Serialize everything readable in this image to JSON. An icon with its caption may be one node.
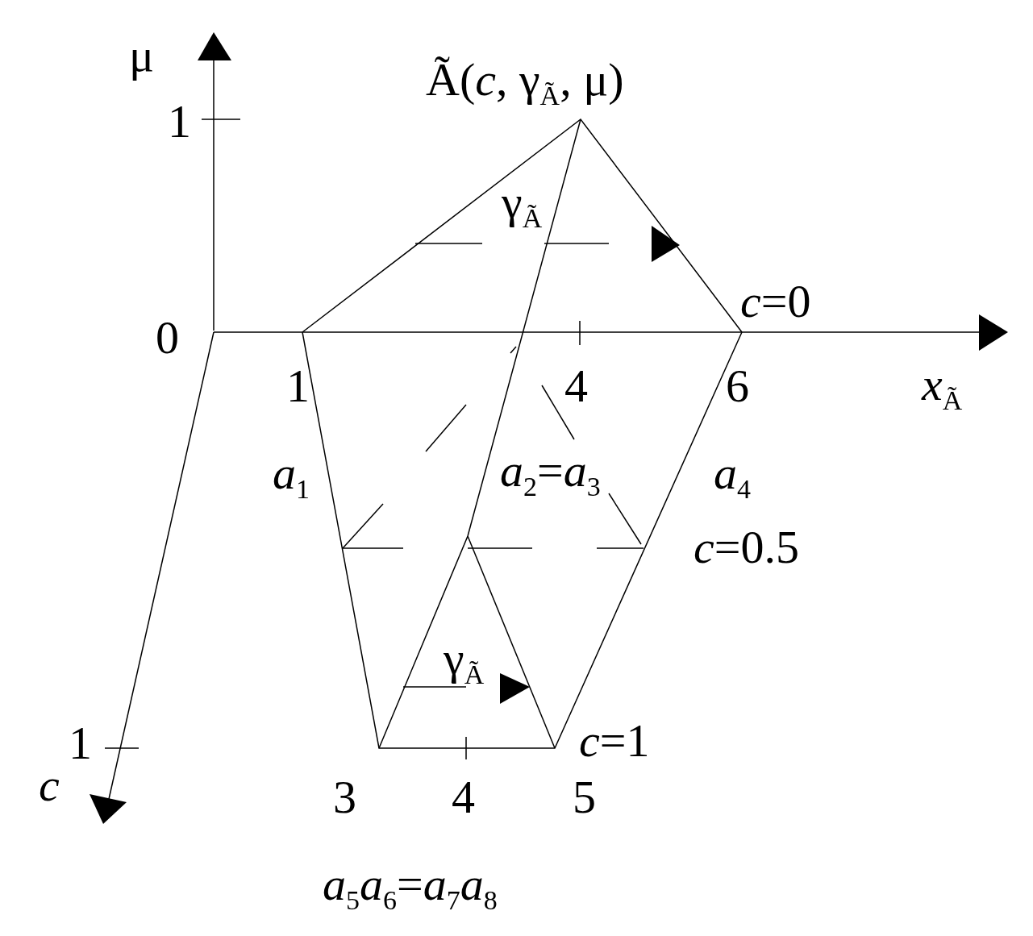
{
  "diagram": {
    "labels": [
      "μ",
      "Ã(*c*, γ$_{Ã}$, μ)",
      "1",
      "γ$_{Ã}$",
      "*c*=0",
      "0",
      "1",
      "4",
      "6",
      "*x*$_{Ã}$",
      "*a*$_{1}$",
      "*a*$_{2}$=*a*$_{3}$",
      "*a*$_{4}$",
      "*c*=0.5",
      "γ$_{Ã}$",
      "1",
      "*c*=1",
      "*c*",
      "3",
      "4",
      "5",
      "*a*$_{5}$*a*$_{6}$=*a*$_{7}$*a*$_{8}$"
    ]
  }
}
